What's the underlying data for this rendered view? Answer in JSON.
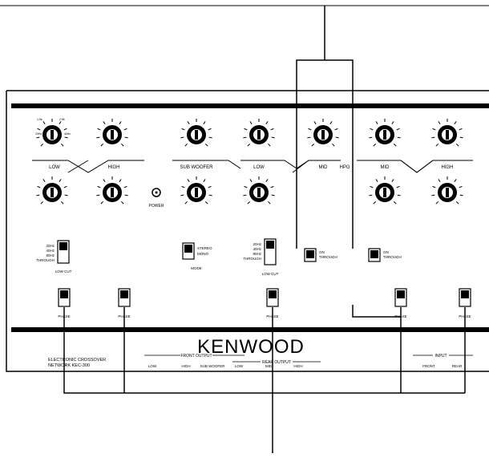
{
  "brand": "KENWOOD",
  "product_label": [
    "ELECTRONIC CROSSOVER",
    "NETWORK KEC-300"
  ],
  "power_label": "POWER",
  "section_labels": {
    "low": "LOW",
    "high": "HIGH",
    "sub_woofer": "SUB WOOFER",
    "low2": "LOW",
    "mid": "MID",
    "hi_pass": "HPG",
    "mid2": "MID",
    "high2": "HIGH"
  },
  "phase_label": "PHASE",
  "mode_label": "MODE",
  "low_cut_label": "LOW CUT",
  "front_output_label": "FRONT OUTPUT",
  "rear_output_label": "REAR OUTPUT",
  "input_label": "INPUT",
  "output_jacks": [
    "LOW",
    "HIGH",
    "SUB WOOFER",
    "LOW",
    "MID",
    "HIGH"
  ],
  "input_jacks": [
    "FRONT",
    "REAR"
  ],
  "switch_options": {
    "mode": [
      "STEREO",
      "MONO"
    ],
    "low_cut": [
      "20Hz",
      "40Hz",
      "80Hz",
      "THROUGH"
    ],
    "hpf": [
      "ON",
      "THROUGH"
    ]
  },
  "knob_scale": {
    "left": "20Hz",
    "right": "4kHz",
    "top_left": "1.6k",
    "top_right": "2.5k"
  },
  "colors": {
    "ink": "#000000",
    "paper": "#ffffff"
  }
}
